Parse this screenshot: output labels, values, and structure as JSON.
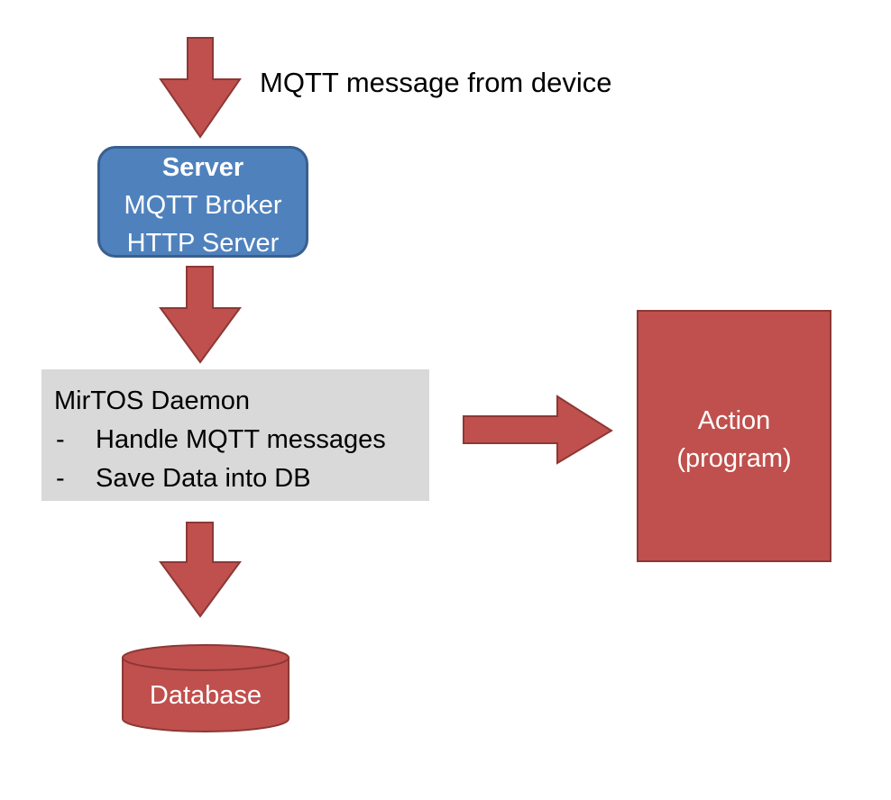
{
  "caption": "MQTT message from device",
  "server": {
    "title": "Server",
    "line1": "MQTT Broker",
    "line2": "HTTP Server"
  },
  "daemon": {
    "title": "MirTOS Daemon",
    "items": [
      {
        "marker": "-",
        "label": "Handle MQTT messages"
      },
      {
        "marker": "-",
        "label": "Save Data into DB"
      }
    ]
  },
  "action": {
    "line1": "Action",
    "line2": "(program)"
  },
  "database": {
    "label": "Database"
  },
  "colors": {
    "arrow_fill": "#c0504d",
    "arrow_stroke": "#8c3836",
    "server_fill": "#4f81bd",
    "server_stroke": "#3a5f8f",
    "daemon_fill": "#d9d9d9",
    "action_fill": "#c0504d",
    "database_fill": "#c0504d",
    "text_light": "#ffffff",
    "text_dark": "#000000"
  }
}
